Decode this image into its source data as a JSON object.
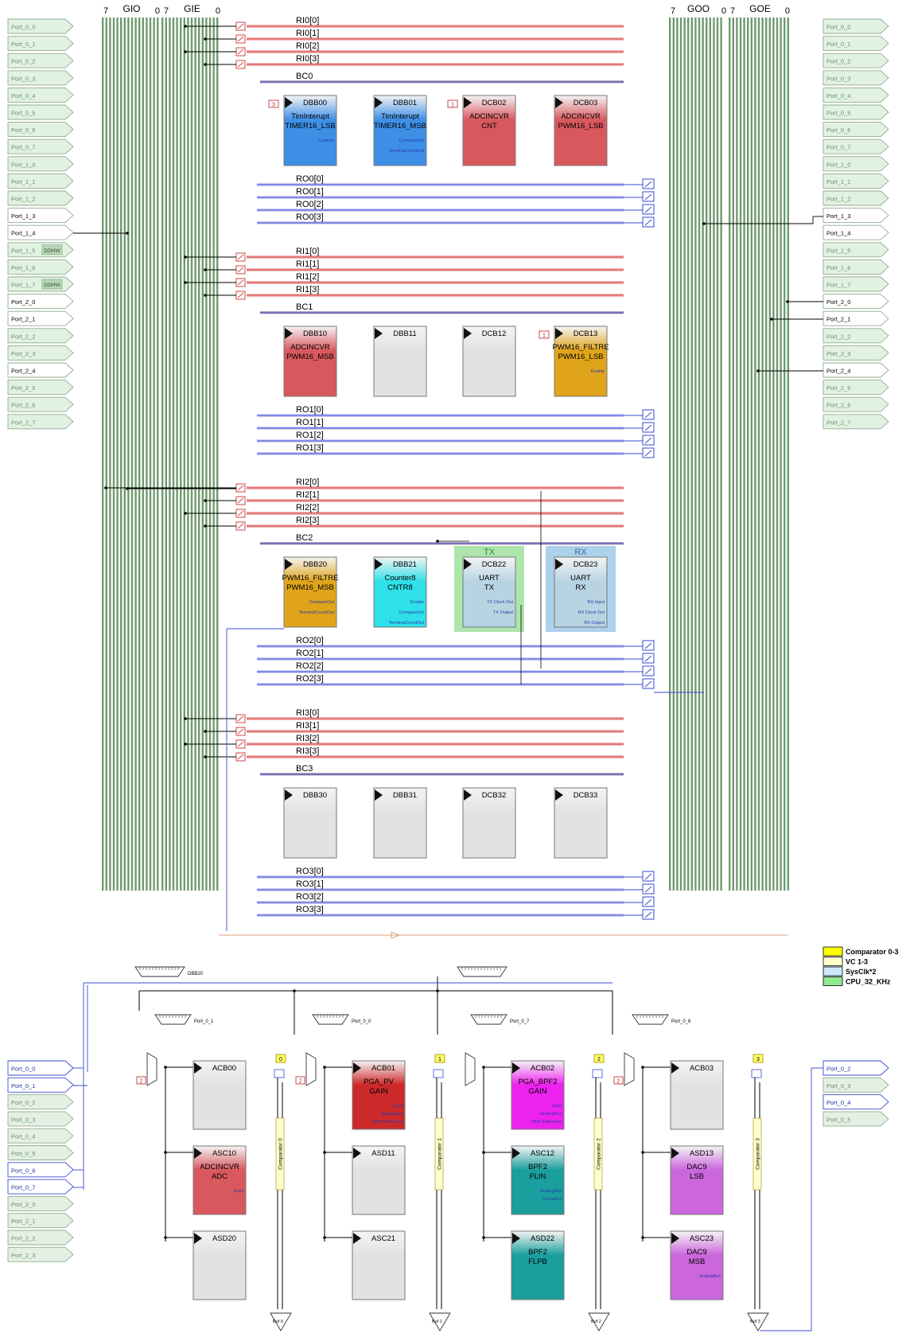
{
  "bus_header": {
    "gio": {
      "left": "7",
      "name": "GIO",
      "right": "0"
    },
    "gie": {
      "left": "7",
      "name": "GIE",
      "right": "0"
    },
    "goo": {
      "left": "7",
      "name": "GOO",
      "right": "0"
    },
    "goe": {
      "left": "7",
      "name": "GOE",
      "right": "0"
    }
  },
  "left_ports": [
    {
      "label": "Port_0_0",
      "state": "unused"
    },
    {
      "label": "Port_0_1",
      "state": "unused"
    },
    {
      "label": "Port_0_2",
      "state": "unused"
    },
    {
      "label": "Port_0_3",
      "state": "unused"
    },
    {
      "label": "Port_0_4",
      "state": "unused"
    },
    {
      "label": "Port_0_5",
      "state": "unused"
    },
    {
      "label": "Port_0_6",
      "state": "unused"
    },
    {
      "label": "Port_0_7",
      "state": "unused"
    },
    {
      "label": "Port_1_0",
      "state": "unused"
    },
    {
      "label": "Port_1_1",
      "state": "unused"
    },
    {
      "label": "Port_1_2",
      "state": "unused"
    },
    {
      "label": "Port_1_3",
      "state": "used"
    },
    {
      "label": "Port_1_4",
      "state": "used"
    },
    {
      "label": "Port_1_5",
      "state": "unused",
      "badge": "DDHW"
    },
    {
      "label": "Port_1_6",
      "state": "unused"
    },
    {
      "label": "Port_1_7",
      "state": "unused",
      "badge": "DDHW"
    },
    {
      "label": "Port_2_0",
      "state": "used"
    },
    {
      "label": "Port_2_1",
      "state": "used"
    },
    {
      "label": "Port_2_2",
      "state": "unused"
    },
    {
      "label": "Port_2_3",
      "state": "unused"
    },
    {
      "label": "Port_2_4",
      "state": "used"
    },
    {
      "label": "Port_2_5",
      "state": "unused"
    },
    {
      "label": "Port_2_6",
      "state": "unused"
    },
    {
      "label": "Port_2_7",
      "state": "unused"
    }
  ],
  "right_ports": [
    {
      "label": "Port_0_0",
      "state": "unused"
    },
    {
      "label": "Port_0_1",
      "state": "unused"
    },
    {
      "label": "Port_0_2",
      "state": "unused"
    },
    {
      "label": "Port_0_3",
      "state": "unused"
    },
    {
      "label": "Port_0_4",
      "state": "unused"
    },
    {
      "label": "Port_0_5",
      "state": "unused"
    },
    {
      "label": "Port_0_6",
      "state": "unused"
    },
    {
      "label": "Port_0_7",
      "state": "unused"
    },
    {
      "label": "Port_1_0",
      "state": "unused"
    },
    {
      "label": "Port_1_1",
      "state": "unused"
    },
    {
      "label": "Port_1_2",
      "state": "unused"
    },
    {
      "label": "Port_1_3",
      "state": "used"
    },
    {
      "label": "Port_1_4",
      "state": "used"
    },
    {
      "label": "Port_1_5",
      "state": "unused"
    },
    {
      "label": "Port_1_6",
      "state": "unused"
    },
    {
      "label": "Port_1_7",
      "state": "unused"
    },
    {
      "label": "Port_2_0",
      "state": "used"
    },
    {
      "label": "Port_2_1",
      "state": "used"
    },
    {
      "label": "Port_2_2",
      "state": "unused"
    },
    {
      "label": "Port_2_3",
      "state": "unused"
    },
    {
      "label": "Port_2_4",
      "state": "used"
    },
    {
      "label": "Port_2_5",
      "state": "unused"
    },
    {
      "label": "Port_2_6",
      "state": "unused"
    },
    {
      "label": "Port_2_7",
      "state": "unused"
    }
  ],
  "digital_rows": [
    {
      "ri": [
        "RI0[0]",
        "RI0[1]",
        "RI0[2]",
        "RI0[3]"
      ],
      "bc": "BC0",
      "ro": [
        "RO0[0]",
        "RO0[1]",
        "RO0[2]",
        "RO0[3]"
      ],
      "blocks": [
        {
          "id": "DBB00",
          "name": "TimInterupt",
          "sub": "TIMER16_LSB",
          "color": "#3d8fe6",
          "pin": "3",
          "signals": [
            "Capture"
          ]
        },
        {
          "id": "DBB01",
          "name": "TimInterupt",
          "sub": "TIMER16_MSB",
          "color": "#3d8fe6",
          "signals": [
            "CompareOut",
            "TerminalCountOut"
          ]
        },
        {
          "id": "DCB02",
          "name": "ADCINCVR",
          "sub": "CNT",
          "color": "#d9585e",
          "pin": "1",
          "signals": []
        },
        {
          "id": "DCB03",
          "name": "ADCINCVR",
          "sub": "PWM16_LSB",
          "color": "#d9585e",
          "signals": []
        }
      ]
    },
    {
      "ri": [
        "RI1[0]",
        "RI1[1]",
        "RI1[2]",
        "RI1[3]"
      ],
      "bc": "BC1",
      "ro": [
        "RO1[0]",
        "RO1[1]",
        "RO1[2]",
        "RO1[3]"
      ],
      "blocks": [
        {
          "id": "DBB10",
          "name": "ADCINCVR",
          "sub": "PWM16_MSB",
          "color": "#d9585e",
          "signals": []
        },
        {
          "id": "DBB11",
          "name": "",
          "sub": "",
          "color": "#e2e2e2",
          "signals": []
        },
        {
          "id": "DCB12",
          "name": "",
          "sub": "",
          "color": "#e2e2e2",
          "signals": []
        },
        {
          "id": "DCB13",
          "name": "PWM16_FILTRE",
          "sub": "PWM16_LSB",
          "color": "#e0a41a",
          "pin": "1",
          "signals": [
            "Enable"
          ]
        }
      ]
    },
    {
      "ri": [
        "RI2[0]",
        "RI2[1]",
        "RI2[2]",
        "RI2[3]"
      ],
      "bc": "BC2",
      "ro": [
        "RO2[0]",
        "RO2[1]",
        "RO2[2]",
        "RO2[3]"
      ],
      "blocks": [
        {
          "id": "DBB20",
          "name": "PWM16_FILTRE",
          "sub": "PWM16_MSB",
          "color": "#e0a41a",
          "signals": [
            "CompareOut",
            "TerminalCountOut"
          ]
        },
        {
          "id": "DBB21",
          "name": "Counter8",
          "sub": "CNTR8",
          "color": "#2fe0e8",
          "signals": [
            "Enable",
            "CompareOut",
            "TerminalCountOut"
          ]
        },
        {
          "id": "DCB22",
          "name": "UART",
          "sub": "TX",
          "color": "#b8d4e2",
          "highlight": "#9fe09f",
          "tag": "TX",
          "signals": [
            "TX Clock Out",
            "TX Output"
          ]
        },
        {
          "id": "DCB23",
          "name": "UART",
          "sub": "RX",
          "color": "#b8d4e2",
          "highlight": "#9fc8e8",
          "tag": "RX",
          "signals": [
            "RX Input",
            "RX Clock Out",
            "RX Output"
          ]
        }
      ]
    },
    {
      "ri": [
        "RI3[0]",
        "RI3[1]",
        "RI3[2]",
        "RI3[3]"
      ],
      "bc": "BC3",
      "ro": [
        "RO3[0]",
        "RO3[1]",
        "RO3[2]",
        "RO3[3]"
      ],
      "blocks": [
        {
          "id": "DBB30",
          "name": "",
          "sub": "",
          "color": "#e2e2e2",
          "signals": []
        },
        {
          "id": "DBB31",
          "name": "",
          "sub": "",
          "color": "#e2e2e2",
          "signals": []
        },
        {
          "id": "DCB32",
          "name": "",
          "sub": "",
          "color": "#e2e2e2",
          "signals": []
        },
        {
          "id": "DCB33",
          "name": "",
          "sub": "",
          "color": "#e2e2e2",
          "signals": []
        }
      ]
    }
  ],
  "legend": [
    {
      "label": "Comparator 0-3",
      "color": "#ffff00"
    },
    {
      "label": "VC 1-3",
      "color": "#ffffcc"
    },
    {
      "label": "SysClk*2",
      "color": "#cce8ff"
    },
    {
      "label": "CPU_32_KHz",
      "color": "#90e890"
    }
  ],
  "analog_mux_labels": {
    "top": "DBB20",
    "cols": [
      "Port_0_1",
      "Port_0_0",
      "Port_0_7",
      "Port_0_6"
    ]
  },
  "analog_columns": [
    {
      "comparator": "Comparator 0",
      "comp_num": "0",
      "mux_pin": "2",
      "output": "Buf 0",
      "blocks": [
        {
          "id": "ACB00",
          "name": "",
          "sub": "",
          "color": "#e2e2e2",
          "signals": []
        },
        {
          "id": "ASC10",
          "name": "ADCINCVR",
          "sub": "ADC",
          "color": "#d9585e",
          "signals": [
            "Input"
          ]
        },
        {
          "id": "ASD20",
          "name": "",
          "sub": "",
          "color": "#e2e2e2",
          "signals": []
        }
      ]
    },
    {
      "comparator": "Comparator 1",
      "comp_num": "1",
      "mux_pin": "2",
      "output": "Buf 1",
      "blocks": [
        {
          "id": "ACB01",
          "name": "PGA_PV",
          "sub": "GAIN",
          "color": "#cc2a2a",
          "signals": [
            "Input",
            "AnalogBus",
            "VRef Reference"
          ]
        },
        {
          "id": "ASD11",
          "name": "",
          "sub": "",
          "color": "#e2e2e2",
          "signals": []
        },
        {
          "id": "ASC21",
          "name": "",
          "sub": "",
          "color": "#e2e2e2",
          "signals": []
        }
      ]
    },
    {
      "comparator": "Comparator 2",
      "comp_num": "2",
      "mux_pin": "",
      "output": "Buf 2",
      "blocks": [
        {
          "id": "ACB02",
          "name": "PGA_BPF2",
          "sub": "GAIN",
          "color": "#ee22ee",
          "signals": [
            "Input",
            "AnalogBus",
            "VRef Reference"
          ]
        },
        {
          "id": "ASC12",
          "name": "BPF2",
          "sub": "FLIN",
          "color": "#1a9e9e",
          "signals": [
            "AnalogBus",
            "CompBus"
          ]
        },
        {
          "id": "ASD22",
          "name": "BPF2",
          "sub": "FLPB",
          "color": "#1a9e9e",
          "signals": []
        }
      ]
    },
    {
      "comparator": "Comparator 3",
      "comp_num": "3",
      "mux_pin": "2",
      "output": "Buf 3",
      "blocks": [
        {
          "id": "ACB03",
          "name": "",
          "sub": "",
          "color": "#e2e2e2",
          "signals": []
        },
        {
          "id": "ASD13",
          "name": "DAC9",
          "sub": "LSB",
          "color": "#cc66dd",
          "signals": []
        },
        {
          "id": "ASC23",
          "name": "DAC9",
          "sub": "MSB",
          "color": "#cc66dd",
          "signals": [
            "AnalogBus"
          ]
        }
      ]
    }
  ],
  "analog_left_ports": [
    {
      "label": "Port_0_0",
      "state": "used"
    },
    {
      "label": "Port_0_1",
      "state": "used"
    },
    {
      "label": "Port_0_2",
      "state": "unused"
    },
    {
      "label": "Port_0_3",
      "state": "unused"
    },
    {
      "label": "Port_0_4",
      "state": "unused"
    },
    {
      "label": "Port_0_5",
      "state": "unused"
    },
    {
      "label": "Port_0_6",
      "state": "used"
    },
    {
      "label": "Port_0_7",
      "state": "used"
    },
    {
      "label": "Port_2_0",
      "state": "unused"
    },
    {
      "label": "Port_2_1",
      "state": "unused"
    },
    {
      "label": "Port_2_2",
      "state": "unused"
    },
    {
      "label": "Port_2_3",
      "state": "unused"
    }
  ],
  "analog_right_ports": [
    {
      "label": "Port_0_2",
      "state": "used"
    },
    {
      "label": "Port_0_3",
      "state": "unused"
    },
    {
      "label": "Port_0_4",
      "state": "used"
    },
    {
      "label": "Port_0_5",
      "state": "unused"
    }
  ]
}
